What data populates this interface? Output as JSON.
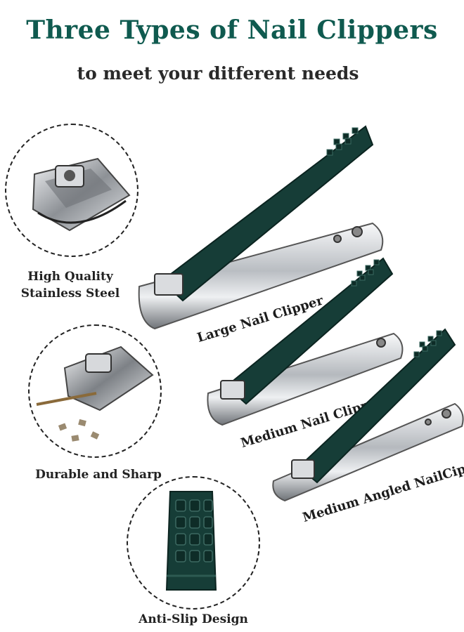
{
  "header": {
    "title": "Three Types of Nail Clippers",
    "subtitle": "to meet your ditferent needs"
  },
  "features": [
    {
      "label_line1": "High Quality",
      "label_line2": "Stainless Steel",
      "icon": "clipper-head-closeup"
    },
    {
      "label": "Durable and Sharp",
      "icon": "clipper-cutting-nail"
    },
    {
      "label": "Anti-Slip Design",
      "icon": "anti-slip-grip"
    }
  ],
  "products": [
    {
      "label": "Large Nail Clipper"
    },
    {
      "label": "Medium Nail Clipper"
    },
    {
      "label": "Medium Angled NailCiper"
    }
  ],
  "colors": {
    "brand_green": "#0f5a4f",
    "handle_dark": "#163d37",
    "steel": "#c9ccd0"
  }
}
